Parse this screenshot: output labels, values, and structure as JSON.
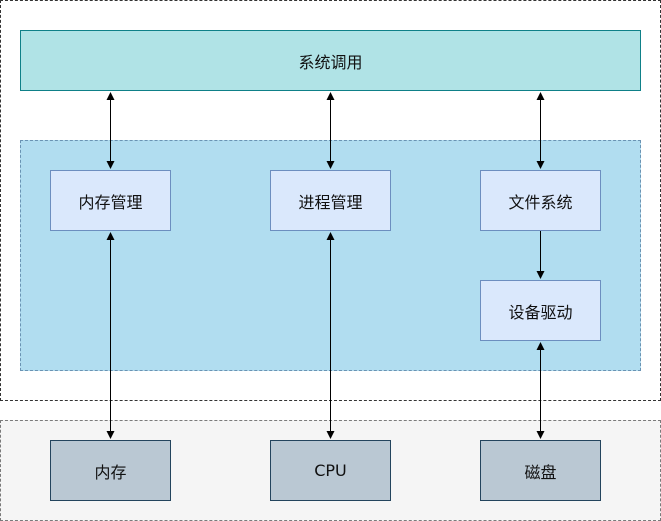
{
  "syscall": {
    "label": "系统调用"
  },
  "kernel": {
    "memory_management": "内存管理",
    "process_management": "进程管理",
    "file_system": "文件系统",
    "device_driver": "设备驱动"
  },
  "hardware": {
    "memory": "内存",
    "cpu": "CPU",
    "disk": "磁盘"
  },
  "colors": {
    "syscall_fill": "#b0e3e6",
    "syscall_stroke": "#0e8088",
    "kernel_fill": "#b1ddf0",
    "module_fill": "#dae8fc",
    "module_stroke": "#6c8ebf",
    "hardware_fill": "#bac8d3",
    "hardware_stroke": "#23445d",
    "hardware_region_fill": "#f5f5f5",
    "edge": "#000000"
  },
  "edges": [
    {
      "from": "系统调用",
      "to": "内存管理",
      "direction": "both"
    },
    {
      "from": "系统调用",
      "to": "进程管理",
      "direction": "both"
    },
    {
      "from": "系统调用",
      "to": "文件系统",
      "direction": "both"
    },
    {
      "from": "文件系统",
      "to": "设备驱动",
      "direction": "forward"
    },
    {
      "from": "内存管理",
      "to": "内存",
      "direction": "both"
    },
    {
      "from": "进程管理",
      "to": "CPU",
      "direction": "both"
    },
    {
      "from": "设备驱动",
      "to": "磁盘",
      "direction": "both"
    }
  ]
}
